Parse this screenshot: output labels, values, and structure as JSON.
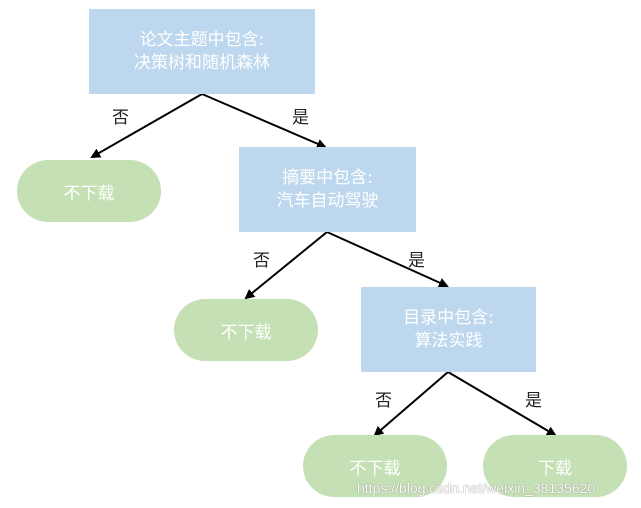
{
  "nodes": {
    "root": {
      "line1": "论文主题中包含:",
      "line2": "决策树和随机森林"
    },
    "leaf1": {
      "label": "不下载"
    },
    "node2": {
      "line1": "摘要中包含:",
      "line2": "汽车自动驾驶"
    },
    "leaf2": {
      "label": "不下载"
    },
    "node3": {
      "line1": "目录中包含:",
      "line2": "算法实践"
    },
    "leaf3": {
      "label": "不下载"
    },
    "leaf4": {
      "label": "下载"
    }
  },
  "edges": {
    "root_no": "否",
    "root_yes": "是",
    "node2_no": "否",
    "node2_yes": "是",
    "node3_no": "否",
    "node3_yes": "是"
  },
  "watermark": "https://blog.csdn.net/weixin_38135620",
  "colors": {
    "decision_fill": "#bdd7ee",
    "leaf_fill": "#c5e0b4",
    "text_on_shape": "#ffffff",
    "edge": "#000000"
  }
}
